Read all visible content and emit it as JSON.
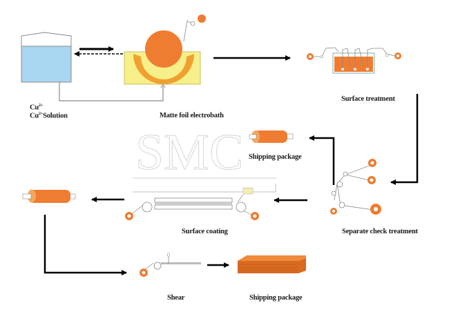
{
  "diagram": {
    "title": "Copper foil production process",
    "watermark": "SMC",
    "colors": {
      "copper": "#ee7d32",
      "copper_dark": "#d96a1f",
      "solution": "#a9d6f0",
      "bath": "#f7ef8a",
      "line": "#888888",
      "arrow": "#000000"
    },
    "labels": {
      "cu_ion": "Cu",
      "cu_ion_sup": "2+",
      "solution_prefix": "Cu",
      "solution_sup": "2+",
      "solution_suffix": "Solution",
      "electrobath": "Matte foil electrobath",
      "surface_treatment": "Surface treatment",
      "shipping_package_1": "Shipping package",
      "separate_check": "Separate check  treatment",
      "surface_coating": "Surface coating",
      "shear": "Shear",
      "shipping_package_2": "Shipping package"
    },
    "steps": [
      "Cu2+ Solution",
      "Matte foil electrobath",
      "Surface treatment",
      "Separate check treatment",
      "Shipping package",
      "Surface coating",
      "Shear",
      "Shipping package"
    ]
  }
}
